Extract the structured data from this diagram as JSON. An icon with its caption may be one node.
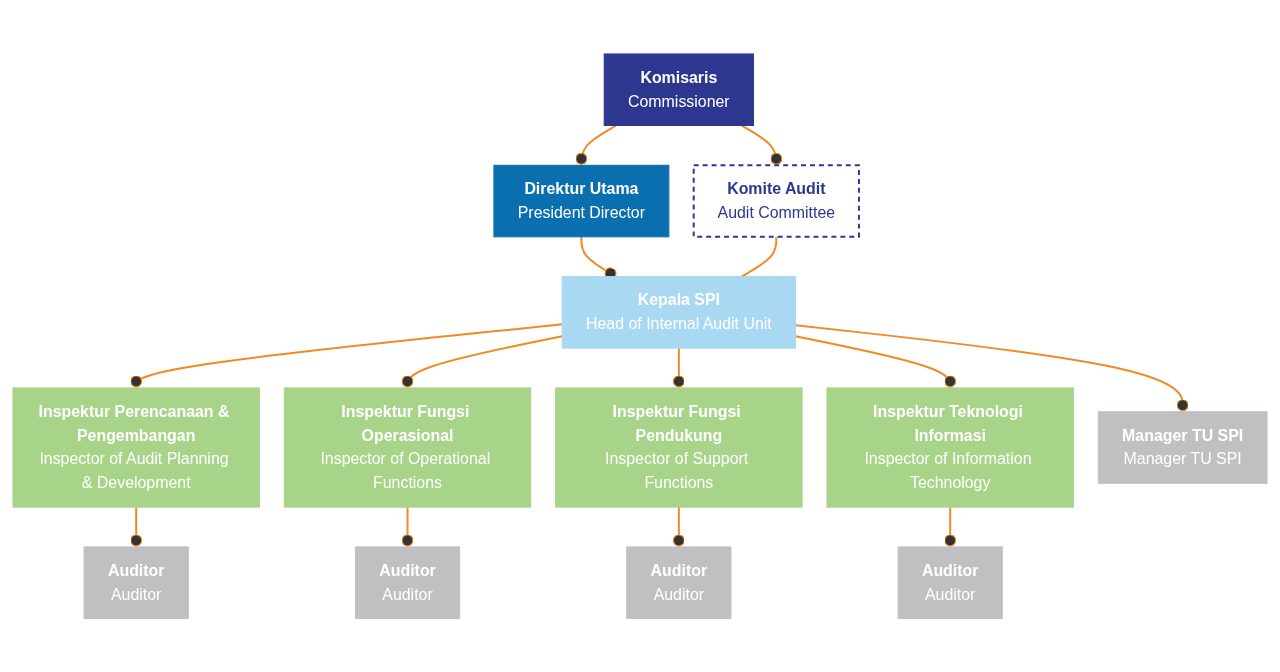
{
  "diagram": {
    "nodes": [
      {
        "text": [
          "Komisaris",
          "Commissioner"
        ]
      },
      {
        "text": [
          "Komite Audit",
          "Audit Committee"
        ]
      },
      {
        "text": [
          "Direktur Utama",
          "President Director"
        ]
      },
      {
        "text": [
          "Kepala SPI",
          "Head of Internal Audit Unit"
        ]
      },
      {
        "text": [
          "Inspektur Perencanaan & Pengembangan",
          "Inspector of Audit Planning & Development"
        ]
      },
      {
        "text": [
          "Inspektur Fungsi Operasional",
          "Inspector of Operational Functions"
        ]
      },
      {
        "text": [
          "Inspektur Fungsi Pendukung",
          "Inspector of Support Functions"
        ]
      },
      {
        "text": [
          "Inspektur Teknologi Informasi",
          "Inspector of Information Technology"
        ]
      },
      {
        "text": [
          "Manager TU SPI",
          "Manager TU SPI"
        ]
      },
      {
        "text": [
          "Auditor",
          "Auditor"
        ]
      },
      {
        "text": [
          "Auditor",
          "Auditor"
        ]
      },
      {
        "text": [
          "Auditor",
          "Auditor"
        ]
      },
      {
        "text": [
          "Auditor",
          "Auditor"
        ]
      }
    ],
    "edges": [
      {
        "from": 0,
        "to": 1,
        "arrow": "other"
      },
      {
        "from": 0,
        "to": 2,
        "arrow": "other"
      },
      {
        "from": 2,
        "to": 3,
        "arrow": "other"
      },
      {
        "from": 1,
        "to": 3,
        "arrow": "none"
      },
      {
        "from": 3,
        "to": 8,
        "arrow": "other"
      },
      {
        "from": 3,
        "to": 4,
        "arrow": "other"
      },
      {
        "from": 3,
        "to": 5,
        "arrow": "other"
      },
      {
        "from": 3,
        "to": 6,
        "arrow": "other"
      },
      {
        "from": 3,
        "to": 7,
        "arrow": "other"
      },
      {
        "from": 4,
        "to": 9,
        "arrow": "other"
      },
      {
        "from": 5,
        "to": 10,
        "arrow": "other"
      },
      {
        "from": 6,
        "to": 11,
        "arrow": "other"
      },
      {
        "from": 7,
        "to": 12,
        "arrow": "other"
      }
    ]
  }
}
